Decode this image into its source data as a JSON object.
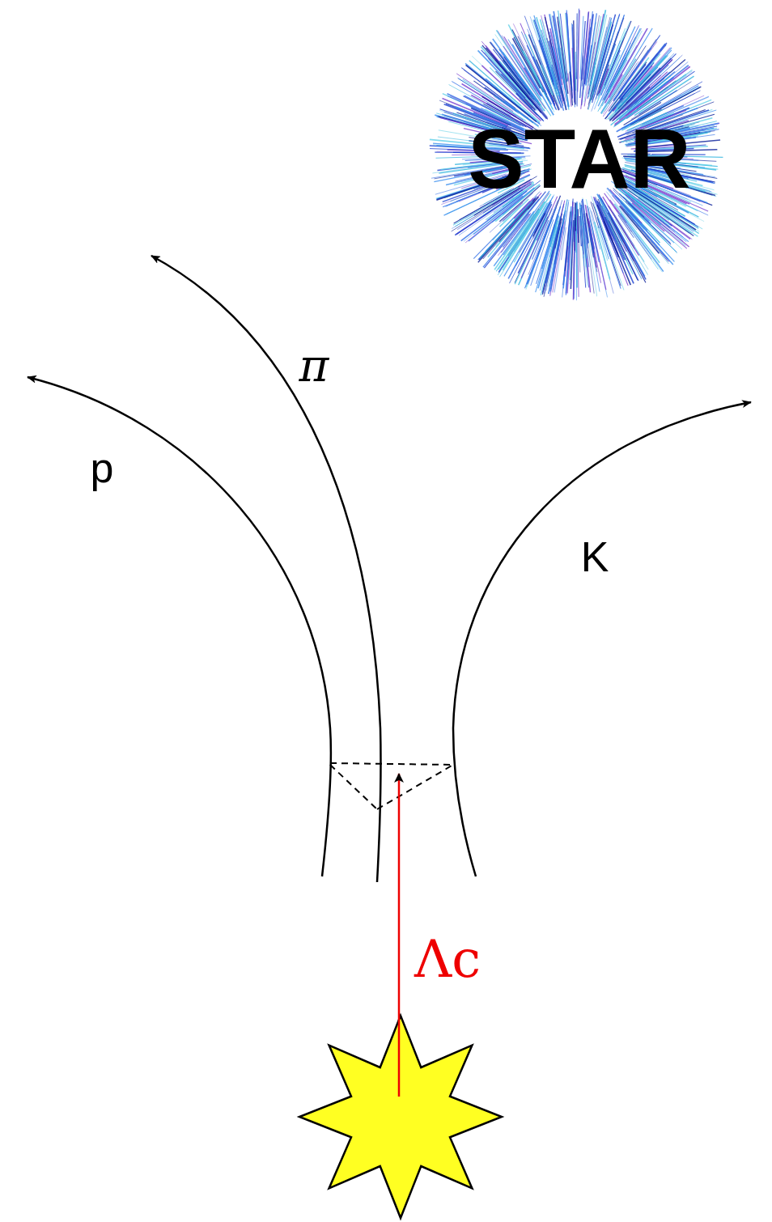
{
  "diagram": {
    "labels": [
      "STAR",
      "π",
      "p",
      "K",
      "Λc"
    ]
  }
}
